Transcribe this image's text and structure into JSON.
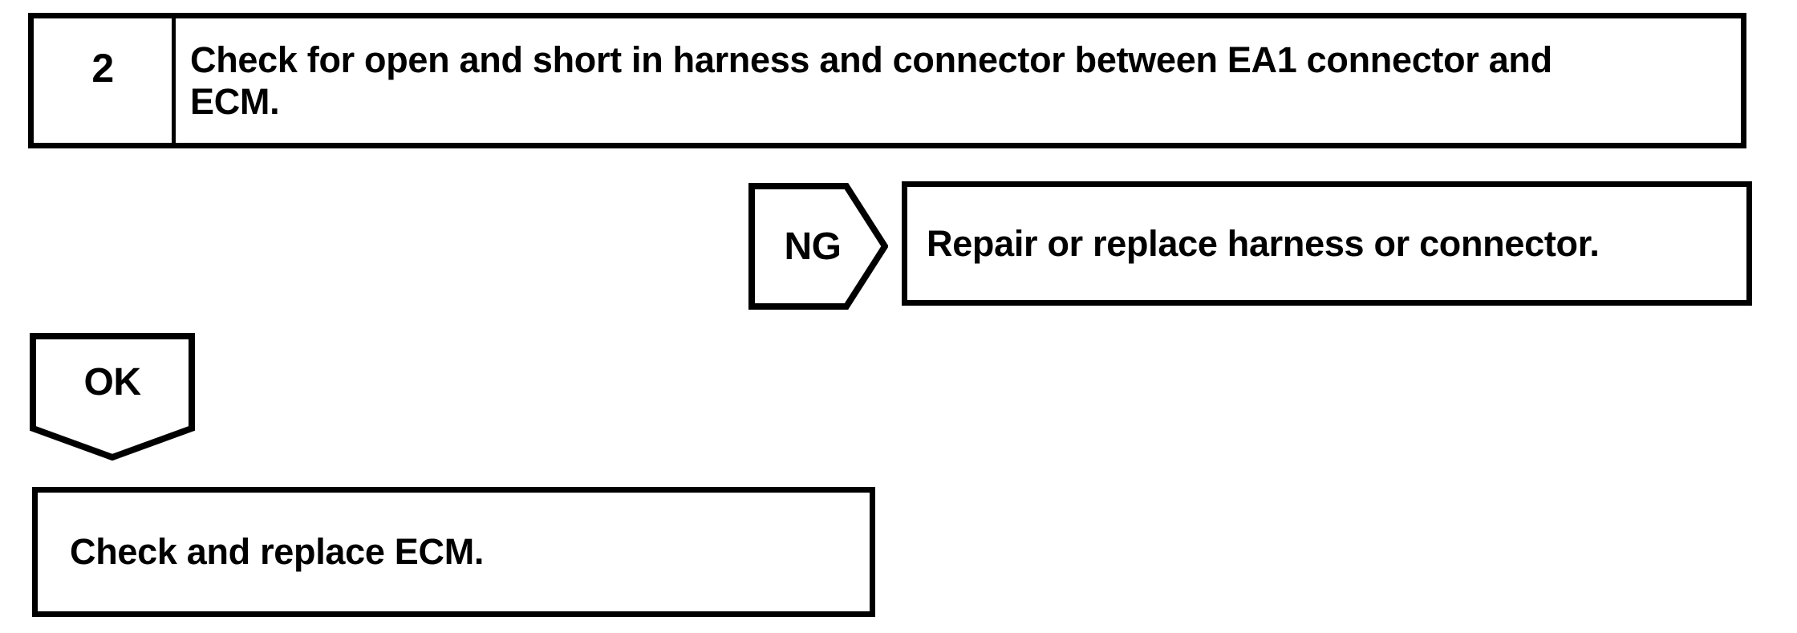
{
  "flowchart": {
    "step": {
      "number": "2",
      "instruction_line1": "Check for open and short in harness and connector between EA1 connector and",
      "instruction_line2": "ECM.",
      "instruction_full": "Check for open and short in harness and connector between EA1 connector and ECM."
    },
    "ng_branch": {
      "label": "NG",
      "action": "Repair or replace harness or connector."
    },
    "ok_branch": {
      "label": "OK",
      "action": "Check and replace ECM."
    }
  },
  "colors": {
    "line": "#000000",
    "background": "#ffffff",
    "text": "#000000"
  }
}
